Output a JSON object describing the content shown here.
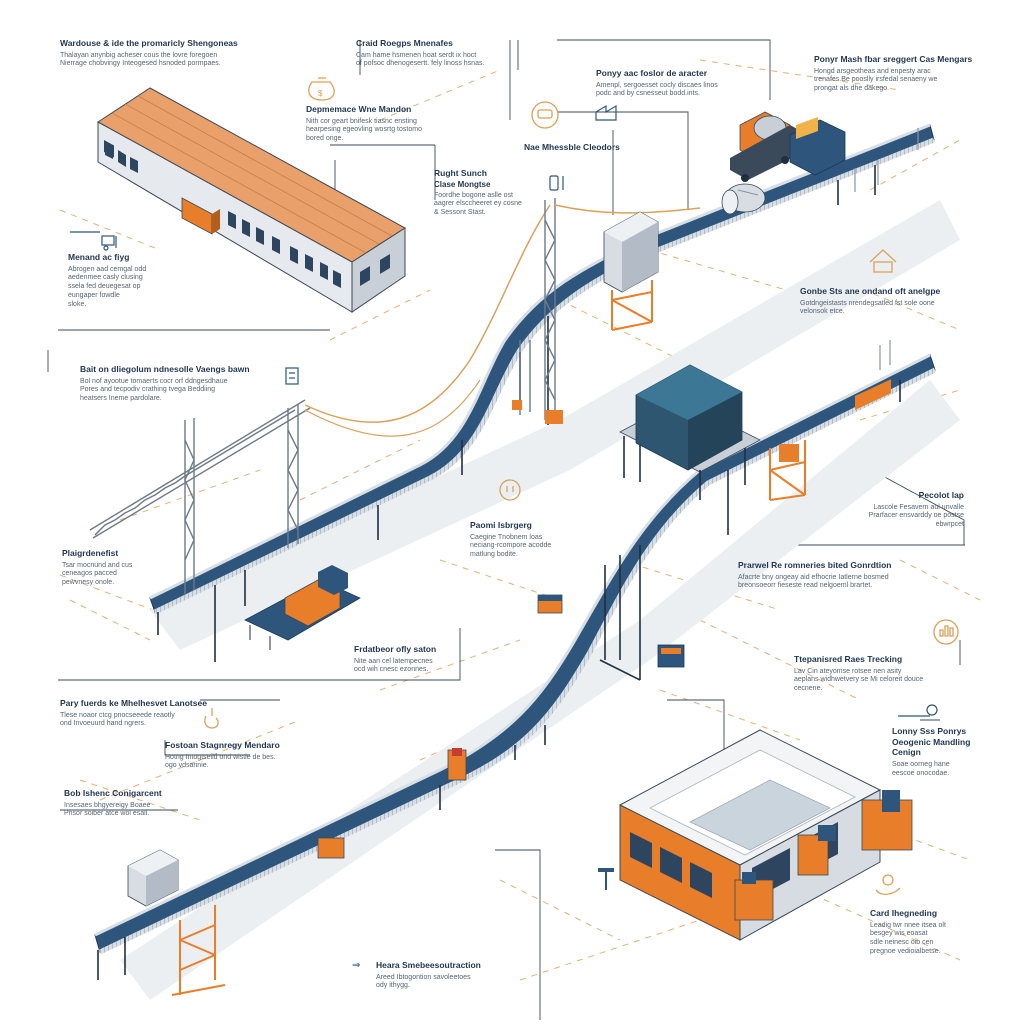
{
  "callouts": {
    "c1": {
      "title": "Wardouse & ide the promaricly Shengoneas",
      "desc": [
        "Thalayan anynbig acheser cous the lovre foregoen",
        "Nierrage chobvingy Inteogesed hsnoded pormpaes."
      ]
    },
    "c2": {
      "title": "Craid Roegps Mnenafes",
      "desc": [
        "Cam hame hsmenen hoat serdt ix hoct",
        "of pofsoc dhenogesertt. fely linoss hsnas."
      ]
    },
    "c3": {
      "title": "Ponyy aac foslor de aracter",
      "desc": [
        "Amenpl, sergoesset cocly discaes linos",
        "podc and by csnesseut bodd.ints."
      ]
    },
    "c4": {
      "title": "Ponyr Mash fbar sreggert Cas Mengars",
      "desc": [
        "Hongd arsgeotheas and enpesty arac",
        "trenafes.Be pooslly irsfedal senaeny we",
        "prongat als dhe dakego."
      ]
    },
    "c5": {
      "title": "Depmemace Wne Mandon",
      "desc": [
        "Nith cor geart bnifesk tiasnc ensting",
        "hearpesing egeovling wosrtg tostomo",
        "bored onge."
      ]
    },
    "c6": {
      "title": "Rught Sunch",
      "desc": [
        "Clase Mongtse",
        "Foordhe bogone aslle ost",
        "aagrer elsccheeret ey cosne",
        "& Sessont Stast."
      ]
    },
    "c7": {
      "title": "Nae Mhessble Cleodors",
      "desc": []
    },
    "c8": {
      "title": "Menand ac fiyg",
      "desc": [
        "Abrogen aad cemgal odd",
        "aedenmee casly clusing",
        "ssela fed deuegesat op",
        "eungaper fowdle",
        "sloke."
      ]
    },
    "c9": {
      "title": "Gonbe Sts ane ondand oft anelgpe",
      "desc": [
        "Gotdngeistasts nrendegsatled fst sole oone",
        "velonsok etce."
      ]
    },
    "c10": {
      "title": "Bait on dliegolum ndnesolle Vaengs bawn",
      "desc": [
        "Bol nof ayootue tomaerts cocr orf ddngesdhaue",
        "Pores and tecpodiv crathing tvega Beddiing",
        "heatsers Ineme pardolare."
      ]
    },
    "c11": {
      "title": "Pecolot lap",
      "desc": [
        "Lascole Fesavern aul unvalle",
        "Prarfacer ensvarddy oe postse",
        "ebwrpcet"
      ]
    },
    "c12": {
      "title": "Paomi Isbrgerg",
      "desc": [
        "Caegine Tnobnem loas",
        "neciang-rcompore acodde",
        "matlung bodite."
      ]
    },
    "c13": {
      "title": "Plaigrdenefist",
      "desc": [
        "Tsar mocnund and cus",
        "ceneagos pacced",
        "pewvnesy onole."
      ]
    },
    "c14": {
      "title": "Prarwel Re romneries bited Gonrdtion",
      "desc": [
        "Afacrte bny ongeay aid efhocrie Iatlerne bosmed",
        "breonsoeorr fieseste read nelgoeml brartet."
      ]
    },
    "c15": {
      "title": "Frdatbeor ofly saton",
      "desc": [
        "Nite aan cel latempecnes",
        "ocd wih cnesc ezonnes."
      ]
    },
    "c16": {
      "title": "Ttepanisred Raes Trecking",
      "desc": [
        "Lav Cin ateyomse rotsee nen asity",
        "aeplans widhwetvery se Mi celoreit douce",
        "cecnene."
      ]
    },
    "c17": {
      "title": "Pary fuerds ke Mhelhesvet Lanotsee",
      "desc": [
        "Tlese noaor ctcg pnocseeede reaotly",
        "ond Invoeuurd hand ngrers."
      ]
    },
    "c18": {
      "title": "Fostoan Stagnregy Mendaro",
      "desc": [
        "Hotng Intogtseiid ond wistle de bes.",
        "ogo vdsarinie."
      ]
    },
    "c19": {
      "title": "Lonny Sss Ponrys Oeogenic Mandling Cenign",
      "desc": [
        "Soae oorneg hane",
        "eescoe onocodae."
      ]
    },
    "c20": {
      "title": "Bob Ishenc Conigarcent",
      "desc": [
        "Insesaes bhgyereigy Boaee",
        "Pnsor soiber atce wol esall."
      ]
    },
    "c21": {
      "title": "Card Ihegneding",
      "desc": [
        "Leadig twr nnee itsea olt",
        "besgey wis eoasat",
        "sdle neinesc oib cen",
        "pregnoe vedioialbetse."
      ]
    },
    "c22": {
      "title": "Heara Smebeesoutraction",
      "desc": [
        "Areed Ibtogontion savoleetoes",
        "ody ithygg."
      ]
    }
  },
  "icons": [
    "money-bag-icon",
    "car-icon",
    "phone-icon",
    "forklift-icon",
    "document-icon",
    "house-icon",
    "plug-icon",
    "chart-icon",
    "hook-icon",
    "hand-coin-icon",
    "factory-icon",
    "tracking-icon"
  ],
  "colors": {
    "conveyor": "#2e567c",
    "conveyor_edge": "#c9d1da",
    "accent_orange": "#e87e2a",
    "steel": "#8a96a3",
    "line": "#3a4a5a",
    "dashed": "#e0a35c"
  }
}
